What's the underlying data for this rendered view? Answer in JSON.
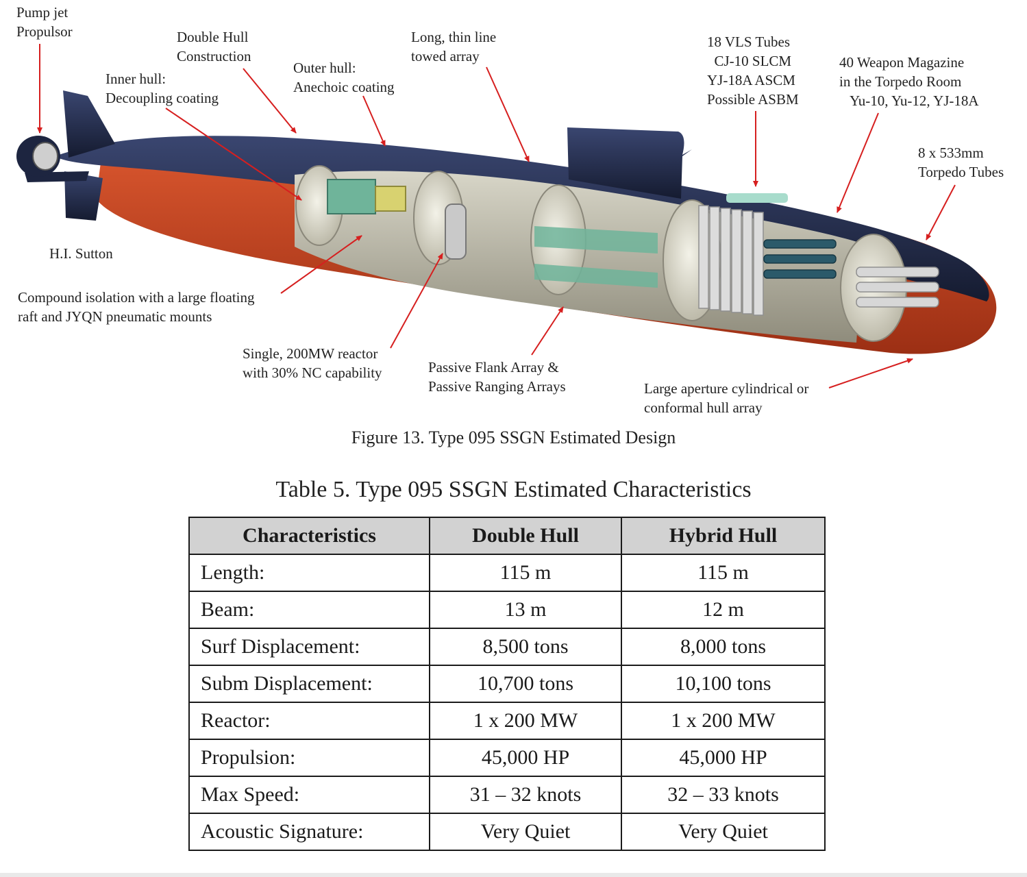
{
  "colors": {
    "hull_dark": "#1d2540",
    "hull_red": "#c2411f",
    "arrow": "#d61f1f",
    "interior_green": "#6fb49a",
    "table_header": "#d2d2d2"
  },
  "diagram": {
    "labels": {
      "pump_jet": "Pump jet\nPropulsor",
      "double_hull": "Double Hull\nConstruction",
      "inner_hull": "Inner hull:\nDecoupling coating",
      "outer_hull": "Outer hull:\nAnechoic coating",
      "towed_array": "Long, thin line\ntowed array",
      "vls": "18 VLS Tubes\n  CJ-10 SLCM\nYJ-18A ASCM\nPossible ASBM",
      "magazine": "40 Weapon Magazine\nin the Torpedo Room\n   Yu-10, Yu-12, YJ-18A",
      "torpedo_tubes": "8 x 533mm\nTorpedo Tubes",
      "credit": "H.I. Sutton",
      "isolation": "Compound isolation with a large floating\nraft and JYQN pneumatic mounts",
      "reactor": "Single, 200MW reactor\nwith 30% NC capability",
      "flank_array": "Passive Flank Array &\nPassive Ranging Arrays",
      "hull_array": "Large aperture cylindrical or\nconformal hull array"
    },
    "caption": "Figure 13. Type 095 SSGN Estimated Design"
  },
  "table": {
    "title": "Table 5. Type 095 SSGN Estimated Characteristics",
    "headers": [
      "Characteristics",
      "Double Hull",
      "Hybrid Hull"
    ],
    "rows": [
      [
        "Length:",
        "115 m",
        "115 m"
      ],
      [
        "Beam:",
        "13 m",
        "12 m"
      ],
      [
        "Surf Displacement:",
        "8,500 tons",
        "8,000 tons"
      ],
      [
        "Subm Displacement:",
        "10,700 tons",
        "10,100 tons"
      ],
      [
        "Reactor:",
        "1 x 200 MW",
        "1 x 200 MW"
      ],
      [
        "Propulsion:",
        "45,000 HP",
        "45,000 HP"
      ],
      [
        "Max Speed:",
        "31 – 32 knots",
        "32 – 33 knots"
      ],
      [
        "Acoustic Signature:",
        "Very Quiet",
        "Very Quiet"
      ]
    ]
  }
}
